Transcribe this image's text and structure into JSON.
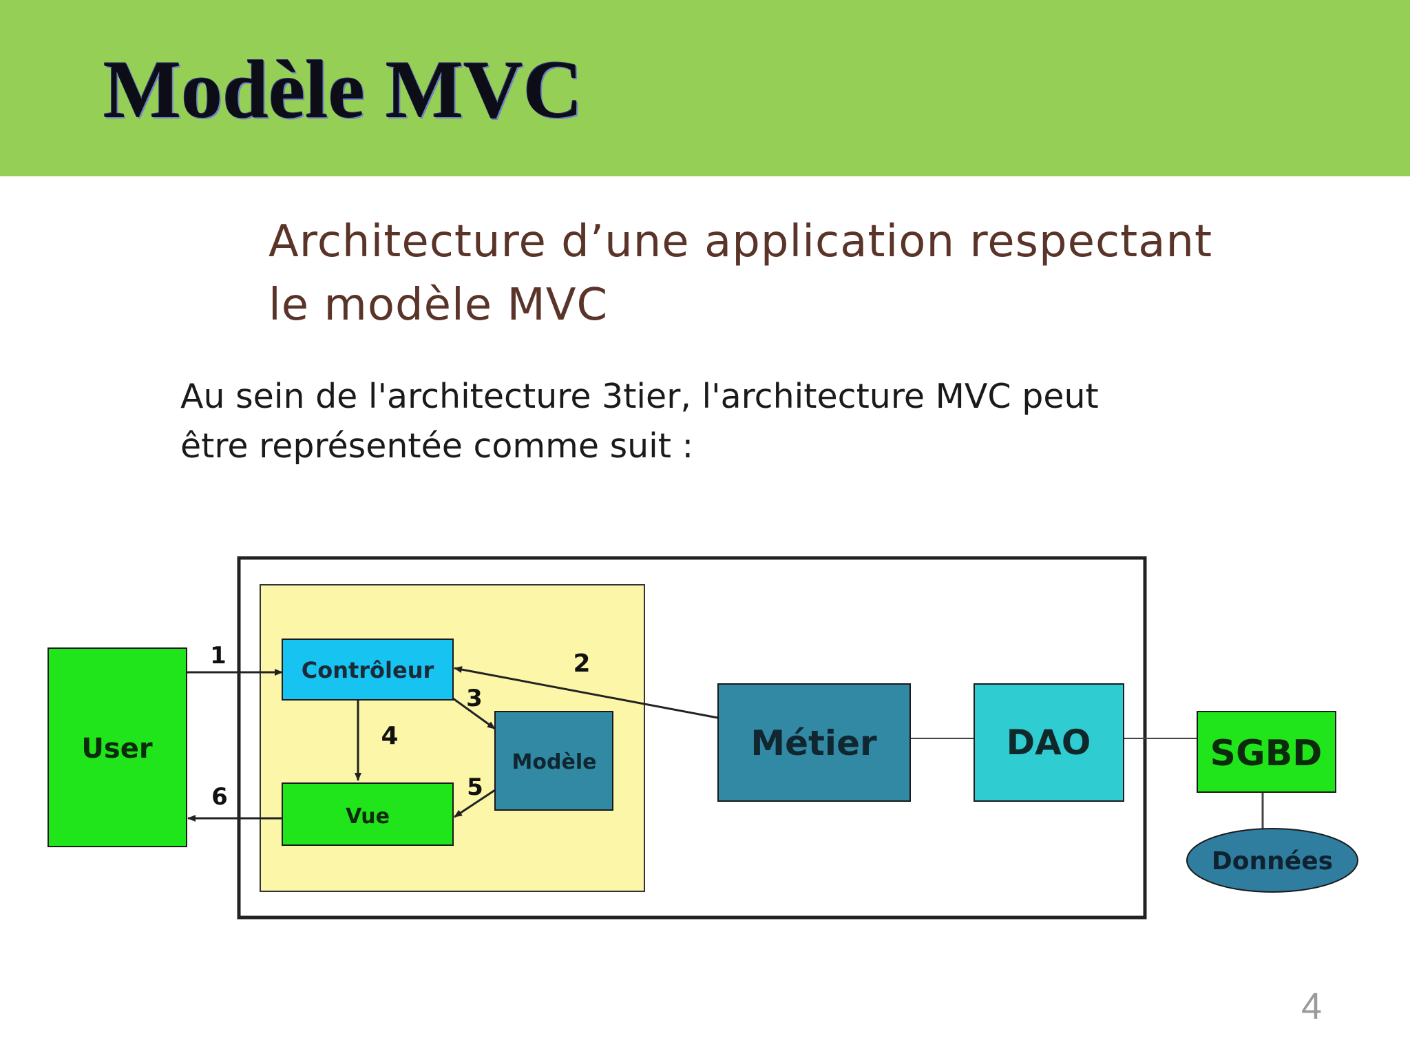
{
  "slide": {
    "title": "Modèle MVC",
    "subtitle_line1": "Architecture d’une application respectant",
    "subtitle_line2": "le modèle MVC",
    "intro_line1": "Au sein de l'architecture 3tier, l'architecture MVC peut",
    "intro_line2": "être représentée comme suit :",
    "page_number": "4"
  },
  "diagram": {
    "nodes": {
      "user": "User",
      "controleur": "Contrôleur",
      "modele": "Modèle",
      "vue": "Vue",
      "metier": "Métier",
      "dao": "DAO",
      "sgbd": "SGBD",
      "donnees": "Données"
    },
    "edge_labels": {
      "e1": "1",
      "e2": "2",
      "e3": "3",
      "e4": "4",
      "e5": "5",
      "e6": "6"
    },
    "colors": {
      "header": "#96cf55",
      "green_node": "#21e51b",
      "controleur": "#17c3f0",
      "modele_metier": "#3189a3",
      "dao": "#2fcdd2",
      "donnees": "#2f7d9f",
      "mvc_panel": "#fbf6a8"
    }
  }
}
